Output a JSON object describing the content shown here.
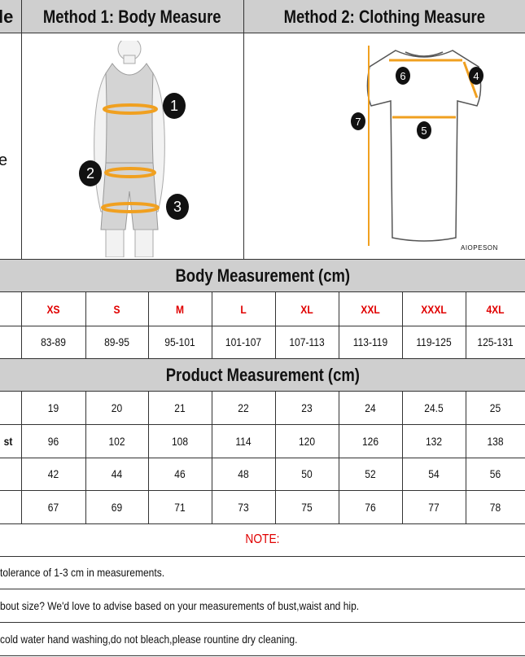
{
  "header": {
    "left_fragment": "le",
    "method1": "Method 1: Body  Measure",
    "method2": "Method 2: Clothing Measure"
  },
  "left_col_fragment": "e",
  "body_diagram": {
    "markers": [
      "1",
      "2",
      "3"
    ]
  },
  "shirt_diagram": {
    "markers": [
      "4",
      "5",
      "6",
      "7"
    ],
    "brand": "AIOPESON"
  },
  "body_measurement": {
    "title": "Body Measurement (cm)",
    "sizes": [
      "XS",
      "S",
      "M",
      "L",
      "XL",
      "XXL",
      "XXXL",
      "4XL"
    ],
    "ranges": [
      "83-89",
      "89-95",
      "95-101",
      "101-107",
      "107-113",
      "113-119",
      "119-125",
      "125-131"
    ]
  },
  "product_measurement": {
    "title": "Product Measurement (cm)",
    "rows": [
      {
        "label": "",
        "values": [
          "19",
          "20",
          "21",
          "22",
          "23",
          "24",
          "24.5",
          "25"
        ]
      },
      {
        "label": "st",
        "values": [
          "96",
          "102",
          "108",
          "114",
          "120",
          "126",
          "132",
          "138"
        ]
      },
      {
        "label": "",
        "values": [
          "42",
          "44",
          "46",
          "48",
          "50",
          "52",
          "54",
          "56"
        ]
      },
      {
        "label": "",
        "values": [
          "67",
          "69",
          "71",
          "73",
          "75",
          "76",
          "77",
          "78"
        ]
      }
    ]
  },
  "notes": {
    "title": "NOTE:",
    "lines": [
      " tolerance of 1-3 cm in measurements.",
      "bout size? We'd love to advise based on your measurements of bust,waist and hip.",
      " cold water hand washing,do not bleach,please rountine dry cleaning."
    ]
  },
  "colors": {
    "header_bg": "#cfcfcf",
    "red": "#e00000",
    "orange": "#f0a020"
  }
}
